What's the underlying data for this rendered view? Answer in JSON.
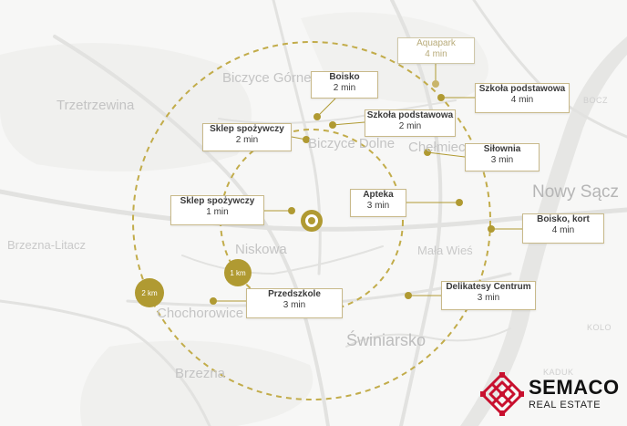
{
  "places": {
    "trzetrzewina": "Trzetrzewina",
    "biczyce_gorne": "Biczyce Górne",
    "biczyce_dolne": "Biczyce Dolne",
    "chelmiec": "Chełmiec",
    "nowy_sacz": "Nowy Sącz",
    "brzezna_litacz": "Brzezna-Litacz",
    "niskowa": "Niskowa",
    "mala_wies": "Mała Wieś",
    "chochorowice": "Chochorowice",
    "swiniarsko": "Świniarsko",
    "brzezna": "Brzezna",
    "bocz": "BOCZ",
    "kolo": "KOLO",
    "kaduk": "KADUK"
  },
  "radius_labels": {
    "inner": "1 km",
    "outer": "2 km"
  },
  "pois": [
    {
      "id": "aquapark",
      "name": "Aquapark",
      "time": "4 min",
      "faded": true
    },
    {
      "id": "boisko",
      "name": "Boisko",
      "time": "2 min"
    },
    {
      "id": "szkola-podstawowa-1",
      "name": "Szkoła podstawowa",
      "time": "4 min"
    },
    {
      "id": "szkola-podstawowa-2",
      "name": "Szkoła podstawowa",
      "time": "2 min"
    },
    {
      "id": "sklep-spozywczy-2",
      "name": "Sklep spożywczy",
      "time": "2 min"
    },
    {
      "id": "silownia",
      "name": "Siłownia",
      "time": "3 min"
    },
    {
      "id": "apteka",
      "name": "Apteka",
      "time": "3 min"
    },
    {
      "id": "sklep-spozywczy-1",
      "name": "Sklep spożywczy",
      "time": "1 min"
    },
    {
      "id": "boisko-kort",
      "name": "Boisko, kort",
      "time": "4 min"
    },
    {
      "id": "delikatesy",
      "name": "Delikatesy Centrum",
      "time": "3 min"
    },
    {
      "id": "przedszkole",
      "name": "Przedszkole",
      "time": "3 min"
    }
  ],
  "logo": {
    "brand": "SEMACO",
    "sub": "REAL ESTATE"
  },
  "colors": {
    "accent": "#b09a32",
    "ring": "#c2ac4a",
    "background": "#f7f7f6",
    "road": "#e2e2e0"
  }
}
